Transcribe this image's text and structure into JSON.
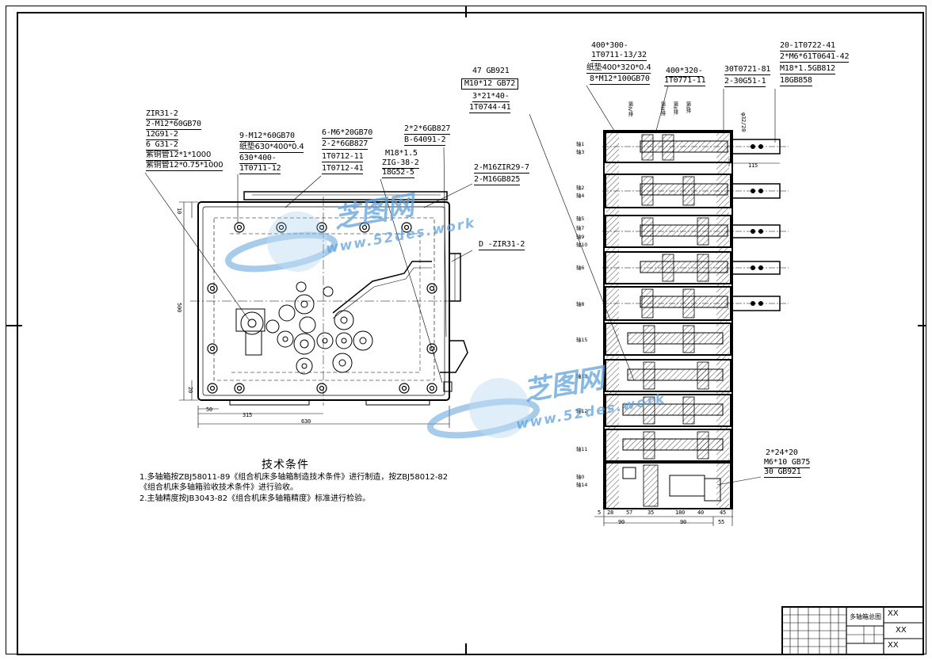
{
  "callouts": {
    "c1": [
      "ZIR31-2",
      "2-M12*60GB70",
      "12G91-2",
      "6 G31-2",
      "紫铜管12*1*1000",
      "紫铜管12*0.75*1000"
    ],
    "c2": [
      "9-M12*60GB70",
      "纸垫630*400*0.4",
      "630*400-",
      "1T0711-12"
    ],
    "c3": [
      "6-M6*20GB70",
      "2-2*6GB827",
      "1T0712-11",
      "1T0712-41"
    ],
    "c4": [
      "2*2*6GB827",
      "B-64091-2"
    ],
    "c5": [
      "M18*1.5",
      "ZIG-38-2",
      "18G52-5"
    ],
    "c6": [
      "47   GB921",
      "M10*12   GB72",
      "3*21*40-",
      "1T0744-41"
    ],
    "c7": [
      "2-M16ZIR29-7",
      "2-M16GB825"
    ],
    "c8": [
      "D -ZIR31-2"
    ],
    "c9": [
      "400*300-",
      "1T0711-13/32",
      "纸垫400*320*0.4",
      "8*M12*100GB70"
    ],
    "c10": [
      "400*320-",
      "1T0771-11"
    ],
    "c11": [
      "30T0721-81",
      "2-30G51-1"
    ],
    "c12": [
      "20-1T0722-41",
      "2*M6*61T0641-42",
      "M18*1.5GB812",
      "18GB858"
    ],
    "c13": [
      "2*24*20",
      "M6*10   GB75",
      "30   GB921"
    ]
  },
  "rows": [
    "第IV排",
    "第III排",
    "第II排",
    "第I排"
  ],
  "axes": {
    "a1": "轴1",
    "a3": "轴3",
    "a2": "轴2",
    "a4": "轴4",
    "a5": "轴5",
    "a7": "轴7",
    "a9": "轴9",
    "a10": "轴10",
    "a6": "轴6",
    "a8": "轴8",
    "a15": "轴15",
    "a13": "轴13",
    "a12": "轴12",
    "a11": "轴11",
    "a0": "轴0",
    "a14": "轴14"
  },
  "dims": {
    "d500": "500",
    "d50": "50",
    "d315": "315",
    "d630": "630",
    "d20": "20",
    "d10": "10",
    "d115": "115",
    "dphi": "φ32/20",
    "bottom": [
      "5",
      "28",
      "57",
      "35",
      "180",
      "40",
      "45"
    ],
    "b90a": "90",
    "b90b": "90",
    "b55": "55"
  },
  "tech": {
    "title": "技术条件",
    "line1": "1.多轴箱按ZBJ58011-89《组合机床多轴箱制造技术条件》进行制造，按ZBJ58012-82",
    "line2": "《组合机床多轴箱验收技术条件》进行验收。",
    "line3": "2.主轴精度按JB3043-82《组合机床多轴箱精度》标准进行检验。"
  },
  "titleblock": {
    "name": "多轴箱总图",
    "xx1": "XX",
    "xx2": "XX",
    "xx3": "XX"
  },
  "watermark": {
    "logo": "芝图网",
    "url": "www.52des.work"
  }
}
